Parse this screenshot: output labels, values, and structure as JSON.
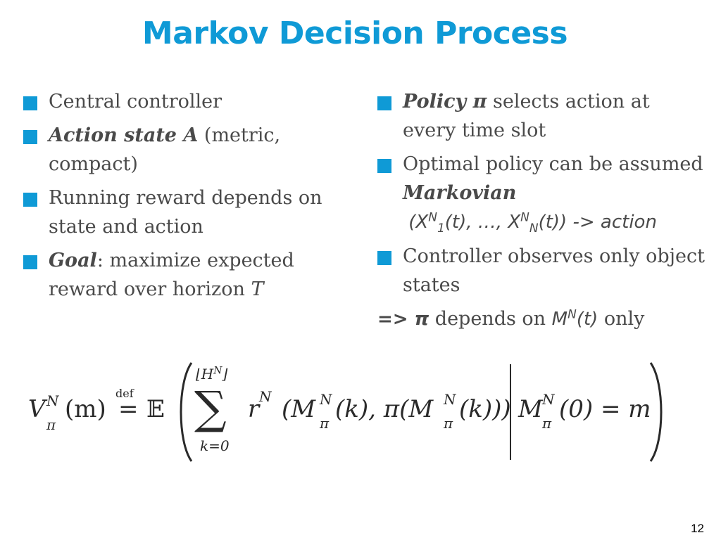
{
  "slide": {
    "title": "Markov Decision Process",
    "page_number": "12",
    "accent_color": "#0f9ad6"
  },
  "left": {
    "b1": "Central controller",
    "b2_bold": "Action state A",
    "b2_rest": " (metric, compact)",
    "b3": "Running reward depends on state and action",
    "b4_bold": "Goal",
    "b4_rest": ": maximize expected reward over horizon ",
    "b4_T": "T"
  },
  "right": {
    "b1_bold": "Policy π",
    "b1_rest": " selects action at every time slot",
    "b2_text": "Optimal policy can be assumed ",
    "b2_bold": "Markovian",
    "b2_tuple_open": "(X",
    "b2_sup1": "N",
    "b2_sub1": "1",
    "b2_mid": "(t), …, X",
    "b2_sup2": "N",
    "b2_sub2": "N",
    "b2_end": "(t)) -> action",
    "b3": "Controller observes only object states",
    "conclusion_arrow": "=> π",
    "conclusion_text": "  depends on ",
    "conclusion_M": "M",
    "conclusion_sup": "N",
    "conclusion_t": "(t)",
    "conclusion_end": " only"
  },
  "formula": {
    "lhs": "V",
    "lhs_sup": "N",
    "lhs_sub": "π",
    "lhs_arg": "(m)",
    "def_label": "def",
    "equals": "=",
    "expectation": "𝔼",
    "sum_upper": "⌊H",
    "sum_upper_sup": "N",
    "sum_upper_close": "⌋",
    "sum_symbol": "∑",
    "sum_lower": "k=0",
    "r": "r",
    "r_sup": "N",
    "body": "(M",
    "body_tail": "(k), π(M",
    "body_tail2": "(k)))",
    "cond_M": "M",
    "cond_rest": "(0) = m",
    "M_sup": "N",
    "M_sub": "π"
  }
}
